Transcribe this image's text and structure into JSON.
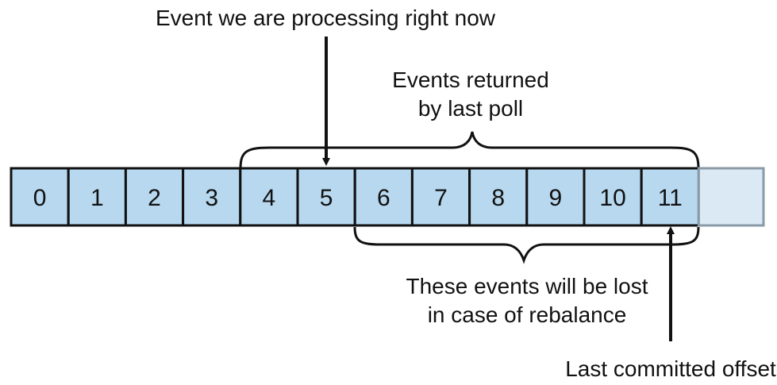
{
  "cells": [
    "0",
    "1",
    "2",
    "3",
    "4",
    "5",
    "6",
    "7",
    "8",
    "9",
    "10",
    "11"
  ],
  "labels": {
    "processing": "Event we are processing right now",
    "returned_line1": "Events returned",
    "returned_line2": "by last poll",
    "lost_line1": "These events will be lost",
    "lost_line2": "in case of rebalance",
    "committed": "Last committed offset"
  },
  "colors": {
    "cell_fill": "#b7d8ee",
    "empty_fill": "#dbe9f5",
    "stroke": "#111111",
    "empty_stroke": "#8a9aa6"
  }
}
